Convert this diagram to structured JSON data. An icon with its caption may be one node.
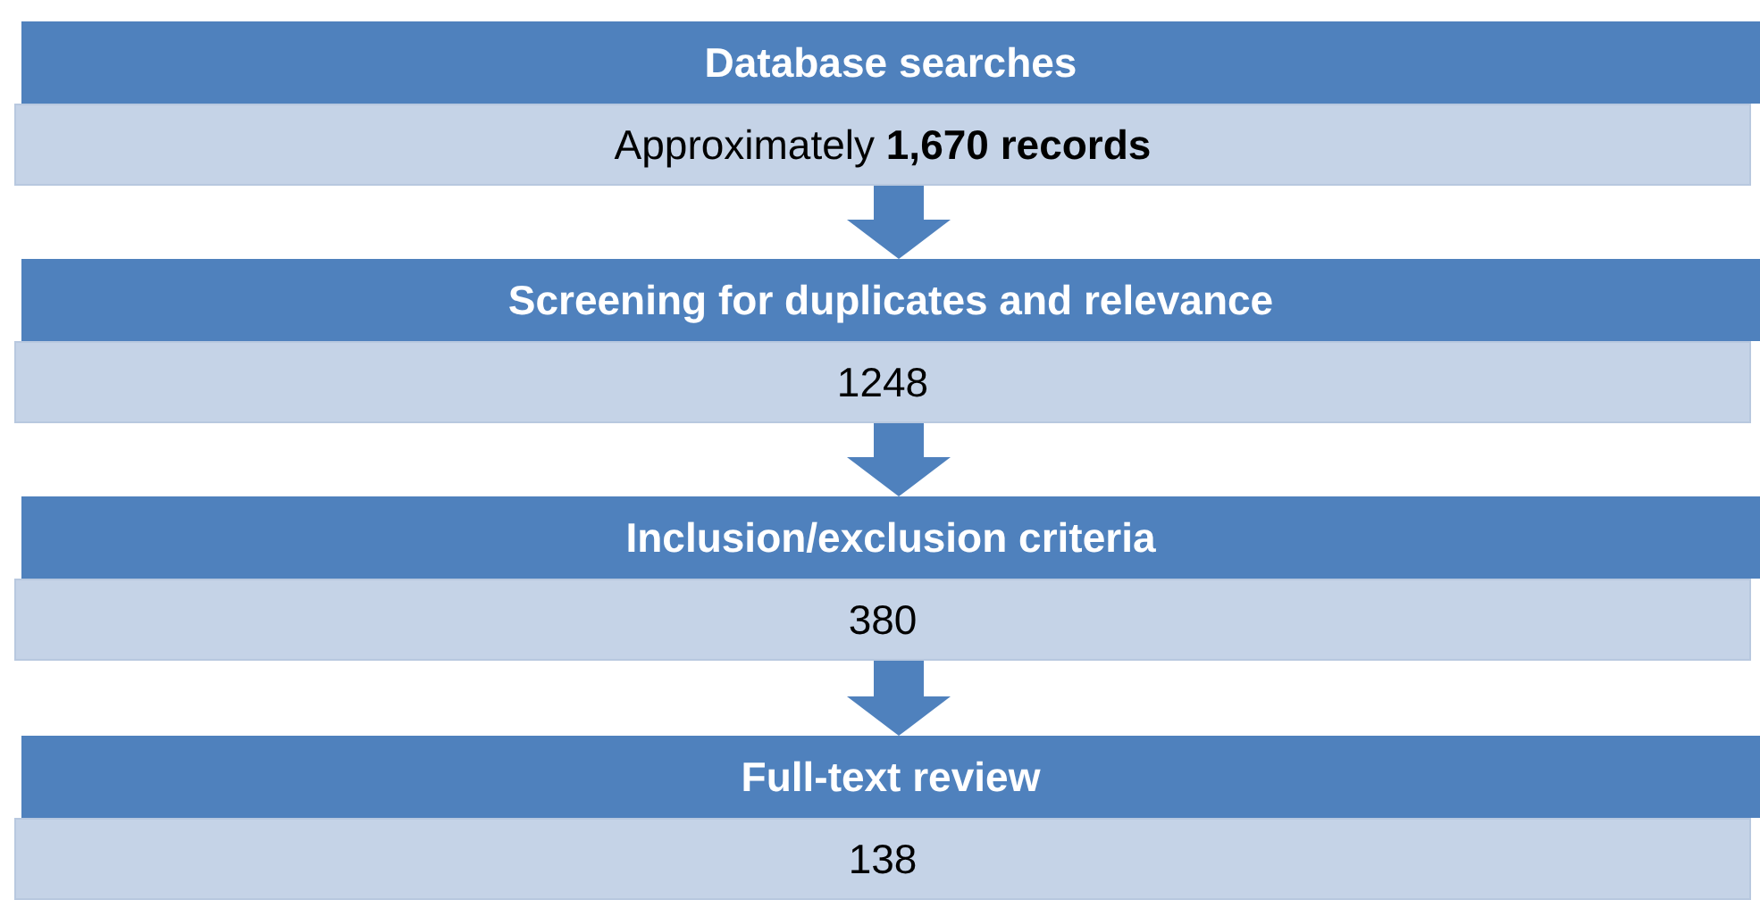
{
  "diagram": {
    "nodes": [
      {
        "text": [
          "Database searches",
          "Approximately **1,670 records**"
        ]
      },
      {
        "text": [
          "Screening for duplicates and relevance",
          "1248"
        ]
      },
      {
        "text": [
          "Inclusion/exclusion criteria",
          "380"
        ]
      },
      {
        "text": [
          "Full-text review",
          "138"
        ]
      }
    ],
    "edges": [
      {
        "from": 0,
        "to": 1,
        "arrow": "to"
      },
      {
        "from": 1,
        "to": 2,
        "arrow": "to"
      },
      {
        "from": 2,
        "to": 3,
        "arrow": "to"
      }
    ]
  }
}
